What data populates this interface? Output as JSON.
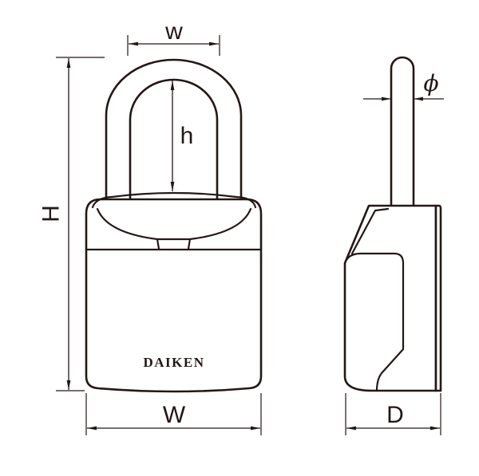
{
  "brand": "DAIKEN",
  "dimensions": {
    "shackle_width": "w",
    "shackle_inner_height": "h",
    "overall_height": "H",
    "body_width": "W",
    "body_depth": "D",
    "shackle_diameter": "ϕ"
  },
  "colors": {
    "line": "#231815",
    "background": "#ffffff"
  }
}
